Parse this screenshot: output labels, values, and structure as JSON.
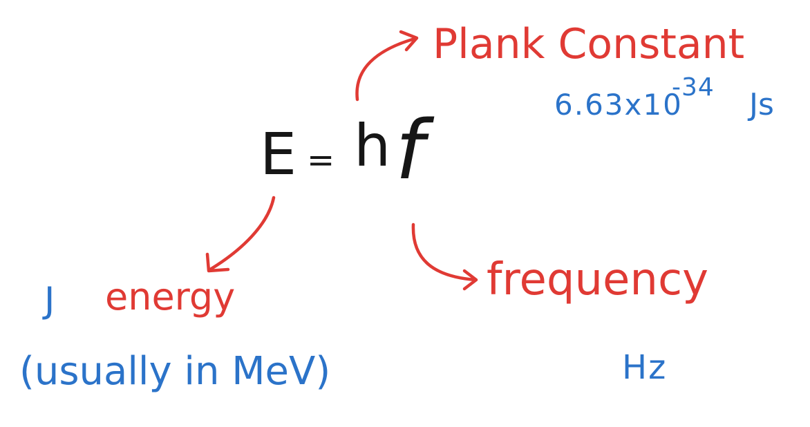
{
  "equation": {
    "lhs": "E",
    "equals": "=",
    "h": "h",
    "f": "f"
  },
  "planck": {
    "label": "Plank Constant",
    "mantissa": "6.63x10",
    "exponent": "-34",
    "unit": "Js"
  },
  "energy": {
    "unit": "J",
    "label": "energy",
    "note": "(usually in MeV)"
  },
  "frequency": {
    "label": "frequency",
    "unit": "Hz"
  },
  "colors": {
    "black": "#161616",
    "red": "#e03a34",
    "blue": "#2b73c9",
    "background": "#ffffff"
  }
}
